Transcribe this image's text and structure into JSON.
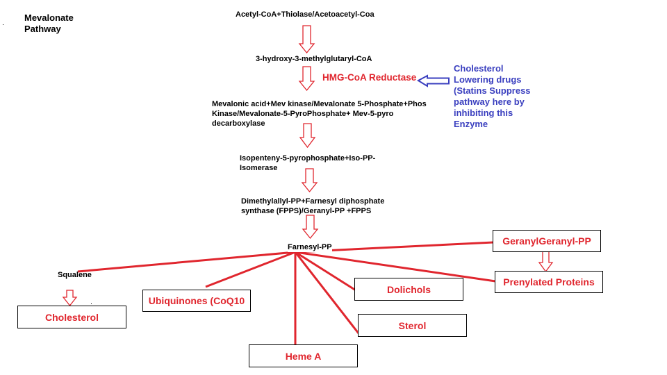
{
  "title": "Mevalonate\nPathway",
  "steps": {
    "acetyl": "Acetyl-CoA+Thiolase/Acetoacetyl-Coa",
    "hmg": "3-hydroxy-3-methylglutaryl-CoA",
    "enzyme": "HMG-CoA Reductase",
    "mevalonic": "Mevalonic acid+Mev kinase/Mevalonate 5-Phosphate+Phos\nKinase/Mevalonate-5-PyroPhosphate+ Mev-5-pyro\ndecarboxylase",
    "isopentenyl": "Isopenteny-5-pyrophosphate+Iso-PP-\nIsomerase",
    "dimethylallyl": "Dimethylallyl-PP+Farnesyl diphosphate\nsynthase (FPPS)/Geranyl-PP +FPPS",
    "farnesyl": "Farnesyl-PP",
    "squalene": "Squalene"
  },
  "statin_note": "Cholesterol\nLowering drugs\n(Statins Suppress\npathway here by\ninhibiting this\nEnzyme",
  "products": {
    "cholesterol": "Cholesterol",
    "ubiquinones": "Ubiquinones (CoQ10",
    "heme_a": "Heme A",
    "dolichols": "Dolichols",
    "sterol": "Sterol",
    "geranylgeranyl": "GeranylGeranyl-PP",
    "prenylated": "Prenylated Proteins"
  },
  "colors": {
    "pathway_red": "#e0262e",
    "statin_blue": "#3a3fbf",
    "text_black": "#000000"
  }
}
